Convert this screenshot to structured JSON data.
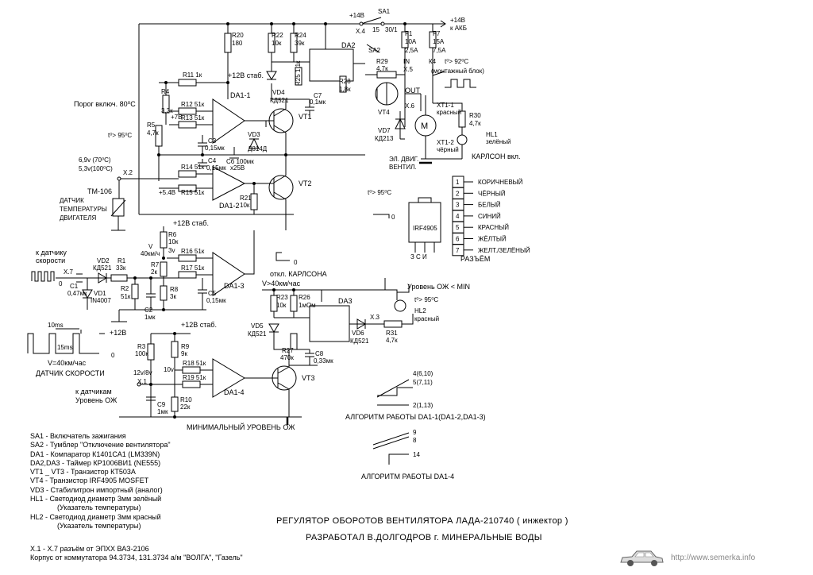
{
  "schematic": {
    "top": {
      "plus14": "+14В",
      "sa1": "SA1",
      "plus14_akb": "+14В",
      "k_akb": "к АКБ",
      "x4": "Х.4",
      "n15": "15",
      "n30": "30/1",
      "sa2": "SA2"
    },
    "parts": {
      "r20": "R20",
      "r20v": "180",
      "r22": "R22",
      "r22v": "10к",
      "r24": "R24",
      "r24v": "39к",
      "r25": "R25 1,1к",
      "da2": "DA2",
      "r28": "R28",
      "r28v": "1,8к",
      "r29": "R29",
      "r29v": "4,7к",
      "f1": "F1",
      "f1v": "10А",
      "f7": "F7",
      "f7v": "15А",
      "f1r": "2,5А",
      "f7r": "7,5А",
      "in": "IN",
      "x5": "Х.5",
      "k4": "К4",
      "k4t": "t⁰> 92⁰С",
      "k4m": "(монтажный блок)",
      "out": "OUT",
      "x6": "Х.6",
      "vt4": "VT4",
      "vd7": "VD7",
      "vd7v": "КД213",
      "xt11": "ХТ1-1",
      "xt11c": "красный",
      "xt12": "ХТ1-2",
      "xt12c": "чёрный",
      "r30": "R30",
      "r30v": "4,7к",
      "hl1": "HL1",
      "hl1c": "зелёный",
      "motor": "М",
      "motor_lbl1": "ЭЛ. ДВИГ.",
      "motor_lbl2": "ВЕНТИЛ.",
      "karlson": "КАРЛСОН вкл.",
      "r11": "R11 1к",
      "plus12": "+12В стаб.",
      "da11": "DA1-1",
      "r4": "R4",
      "r4v": "3,3к",
      "r12": "R12 51к",
      "plus7": "+7В",
      "r13": "R13 51к",
      "r5": "R5",
      "r5v": "4,7к",
      "c3": "C3",
      "c3v": "0,15мк",
      "c6": "C6 100мк",
      "c6v": "х25В",
      "vd3": "VD3",
      "vd3v": "Д814Д",
      "vd4": "VD4",
      "vd4v": "КД521",
      "c7": "C7",
      "c7v": "0,1мк",
      "vt1": "VT1",
      "c4": "C4",
      "c4v": "0,15мк",
      "r14": "R14 51к",
      "r15": "R15 51к",
      "plus54": "+5.4В",
      "da12": "DA1-2",
      "r21": "R21",
      "r21v": "10к",
      "vt2": "VT2",
      "r6": "R6",
      "r6v": "10к",
      "r7": "R7",
      "r7v": "2к",
      "r16": "R16 51к",
      "r17": "R17 51к",
      "r8": "R8",
      "r8v": "3к",
      "c5": "C5",
      "c5v": "0,15мк",
      "da13": "DA1-3",
      "vd2": "VD2",
      "vd2v": "КД521",
      "r1": "R1",
      "r1v": "33к",
      "x7": "Х.7",
      "c1": "C1",
      "c1v": "0,47мк",
      "vd1": "VD1",
      "vd1v": "IN4007",
      "r2": "R2",
      "r2v": "51к",
      "c2": "C2",
      "c2v": "1мк",
      "r23": "R23",
      "r23v": "10к",
      "r26": "R26",
      "r26v": "1мОм",
      "da3": "DA3",
      "vd5": "VD5",
      "vd5v": "КД521",
      "r27": "R27",
      "r27v": "470к",
      "c8": "C8",
      "c8v": "0,33мк",
      "vd6": "VD6",
      "vd6v": "КД521",
      "x3": "Х.3",
      "r31": "R31",
      "r31v": "4,7к",
      "hl2": "HL2",
      "hl2c": "красный",
      "r3": "R3",
      "r3v": "100к",
      "r9": "R9",
      "r9v": "9к",
      "r18": "R18 51к",
      "r19": "R19 51к",
      "r10": "R10",
      "r10v": "22к",
      "c9": "C9",
      "c9v": "1мк",
      "da14": "DA1-4",
      "vt3": "VT3",
      "x1": "Х.1",
      "x2": "Х.2",
      "tm106": "ТМ-106",
      "irf": "IRF4905",
      "irf_pins": "З  С  И"
    },
    "labels": {
      "porog": "Порог включ. 80⁰С",
      "t95a": "t⁰> 95⁰С",
      "volt1": "6,9v (70⁰С)",
      "volt2": "5,3v(100⁰С)",
      "sensor1": "ДАТЧИК",
      "sensor2": "ТЕМПЕРАТУРЫ",
      "sensor3": "ДВИГАТЕЛЯ",
      "v40": "V",
      "v40b": "40км/ч",
      "v3": "3v",
      "otkl": "откл. КАРЛСОНА",
      "v40c": "V>40км/час",
      "to_speed1": "к датчику",
      "to_speed2": "скорости",
      "ms10": "10ms",
      "ms15": "15ms",
      "plus12v": "+12В",
      "zero": "0",
      "v40d": "V=40км/час",
      "speed_sensor": "ДАТЧИК СКОРОСТИ",
      "oil_sensors1": "к датчикам",
      "oil_sensors2": "Уровень ОЖ",
      "v12": "12v/8v",
      "v10": "10v",
      "oil_min": "Уровень ОЖ < MIN",
      "t95b": "t⁰> 95⁰С",
      "t95c": "t⁰> 95⁰С",
      "min_level": "МИНИМАЛЬНЫЙ  УРОВЕНЬ  ОЖ",
      "alg1": "АЛГОРИТМ РАБОТЫ DA1-1(DA1-2,DA1-3)",
      "alg2": "АЛГОРИТМ РАБОТЫ DA1-4",
      "p4": "4(6,10)",
      "p5": "5(7,11)",
      "p2": "2(1,13)",
      "p9": "9",
      "p8": "8",
      "p14": "14",
      "razem": "РАЗЪЁМ"
    },
    "connector": [
      {
        "n": "1",
        "label": "КОРИЧНЕВЫЙ"
      },
      {
        "n": "2",
        "label": "ЧЁРНЫЙ"
      },
      {
        "n": "3",
        "label": "БЕЛЫЙ"
      },
      {
        "n": "4",
        "label": "СИНИЙ"
      },
      {
        "n": "5",
        "label": "КРАСНЫЙ"
      },
      {
        "n": "6",
        "label": "ЖЁЛТЫЙ"
      },
      {
        "n": "7",
        "label": "ЖЕЛТ./ЗЕЛЁНЫЙ"
      }
    ]
  },
  "legend": [
    "SA1 - Включатель зажигания",
    "SA2 - Тумблер \"Отключение вентилятора\"",
    "DA1 - Компаратор К1401СА1 (LM339N)",
    "DA2,DA3 - Таймер КР1006ВИ1 (NE555)",
    "VT1 _ VT3 - Транзистор КТ503А",
    "VT4 - Транзистор IRF4905 MOSFET",
    "VD3 - Стабилитрон импортный (аналог)",
    "HL1 - Светодиод диаметр 3мм зелёный",
    "(Указатель температуры)",
    "HL2 - Светодиод диаметр 3мм красный",
    "(Указатель температуры)"
  ],
  "footer": [
    "Х.1 - Х.7  разъём от ЭПХХ ВАЗ-2106",
    "Корпус от коммутатора 94.3734, 131.3734 а/м \"ВОЛГА\", \"Газель\""
  ],
  "title": {
    "line1": "РЕГУЛЯТОР  ОБОРОТОВ  ВЕНТИЛЯТОРА     ЛАДА-210740 ( инжектор )",
    "line2": "РАЗРАБОТАЛ  В.ДОЛГОДРОВ   г. МИНЕРАЛЬНЫЕ ВОДЫ"
  },
  "watermark": "http://www.semerka.info"
}
